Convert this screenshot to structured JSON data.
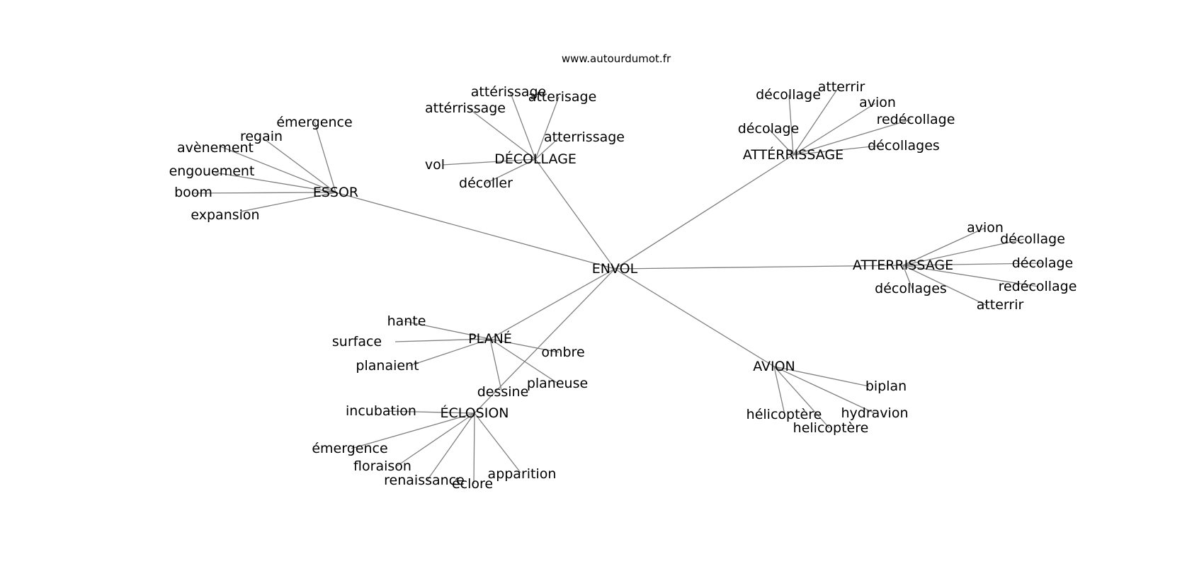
{
  "credit": "www.autourdumot.fr",
  "center": "ENVOL",
  "hubs": [
    {
      "key": "essor",
      "label": "ESSOR",
      "words": [
        "émergence",
        "regain",
        "avènement",
        "engouement",
        "boom",
        "expansion"
      ]
    },
    {
      "key": "decollage",
      "label": "DÉCOLLAGE",
      "words": [
        "attérissage",
        "atterisage",
        "attérrissage",
        "atterrissage",
        "vol",
        "décoller"
      ]
    },
    {
      "key": "atterrissage-accent",
      "label": "ATTÉRRISSAGE",
      "words": [
        "décollage",
        "atterrir",
        "avion",
        "redécollage",
        "décolage",
        "décollages"
      ]
    },
    {
      "key": "atterrissage",
      "label": "ATTERRISSAGE",
      "words": [
        "avion",
        "décollage",
        "décolage",
        "redécollage",
        "décollages",
        "atterrir"
      ]
    },
    {
      "key": "plane",
      "label": "PLANÉ",
      "words": [
        "hante",
        "surface",
        "planaient",
        "ombre",
        "planeuse",
        "dessine"
      ]
    },
    {
      "key": "eclosion",
      "label": "ÉCLOSION",
      "words": [
        "incubation",
        "émergence",
        "floraison",
        "renaissance",
        "éclore",
        "apparition"
      ]
    },
    {
      "key": "avion",
      "label": "AVION",
      "words": [
        "biplan",
        "hydravion",
        "hélicoptère",
        "helicoptère"
      ]
    }
  ]
}
